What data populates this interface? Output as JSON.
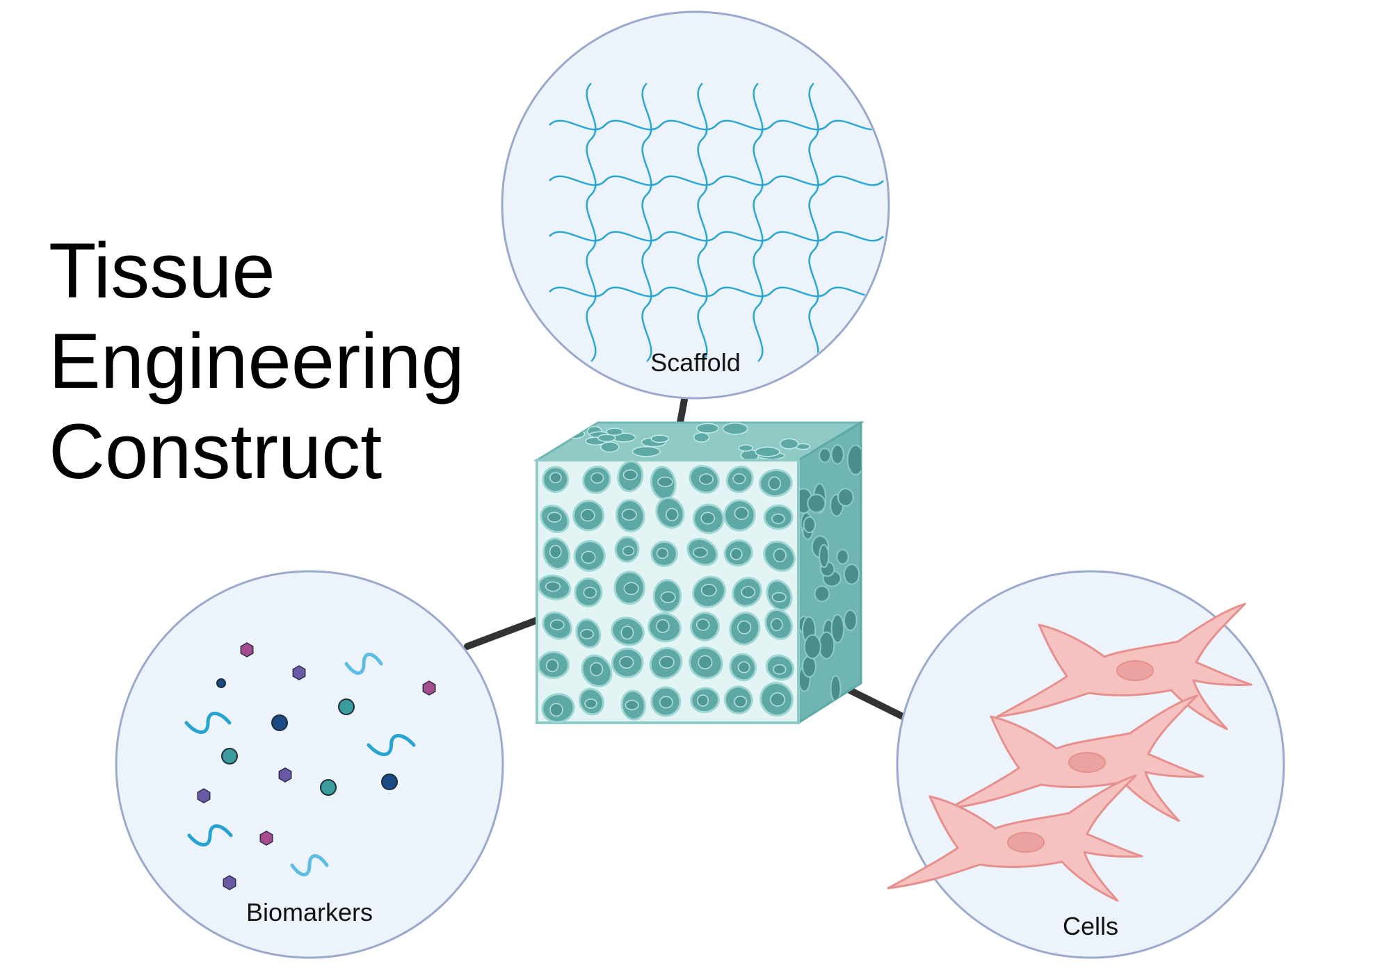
{
  "title": {
    "lines": [
      "Tissue",
      "Engineering",
      "Construct"
    ]
  },
  "components": [
    {
      "id": "scaffold",
      "label": "Scaffold"
    },
    {
      "id": "biomarkers",
      "label": "Biomarkers"
    },
    {
      "id": "cells",
      "label": "Cells"
    }
  ],
  "colors": {
    "circle_fill": "#edf3fb",
    "circle_stroke": "#9aa9cc",
    "scaffold_line": "#2aa6cf",
    "cube_front": "#e2f5f4",
    "cube_strand": "#9fd6d3",
    "cube_hole": "#5ea9a6",
    "cube_side": "#6fb5b2",
    "connector": "#333333",
    "cell_fill": "#f5c2c0",
    "cell_stroke": "#e6908e",
    "nucleus": "#eba3a2",
    "hexagon_purple": "#6a5aa6",
    "hexagon_magenta": "#a64b8c",
    "dot_teal": "#3a9c9c",
    "dot_navy": "#1b4a85",
    "wave_blue": "#27a3d3"
  },
  "icons": [
    "porous-scaffold-cube",
    "scaffold-mesh-icon",
    "cell-icon",
    "hexagon-molecule-icon",
    "round-molecule-icon",
    "wave-molecule-icon"
  ]
}
